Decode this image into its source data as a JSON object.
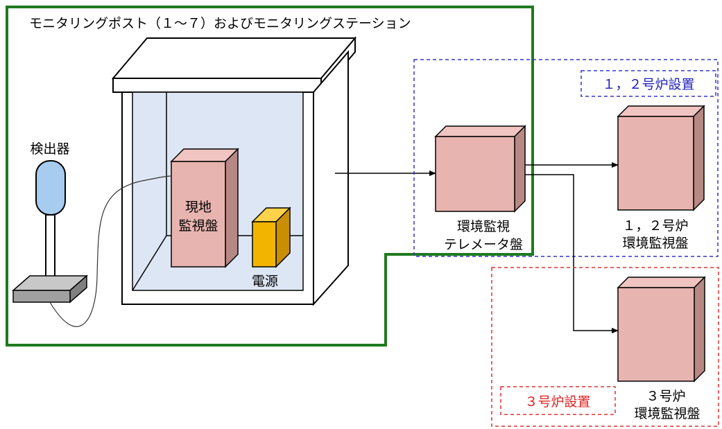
{
  "monitoring_post": {
    "title": "モニタリングポスト（１～７）およびモニタリングステーション"
  },
  "detector": {
    "label": "検出器"
  },
  "local_panel": {
    "line1": "現地",
    "line2": "監視盤"
  },
  "power_supply": {
    "label": "電源"
  },
  "telemeter_panel": {
    "line1": "環境監視",
    "line2": "テレメータ盤"
  },
  "units12": {
    "group_label": "１，２号炉設置",
    "panel_line1": "１，２号炉",
    "panel_line2": "環境監視盤"
  },
  "unit3": {
    "group_label": "３号炉設置",
    "panel_line1": "３号炉",
    "panel_line2": "環境監視盤"
  },
  "colors": {
    "post_border": "#1f7a1f",
    "units12_border": "#3333cc",
    "unit3_border": "#e03030",
    "panel_fill": "#e8b4b0",
    "power_fill": "#f2b400",
    "detector_fill": "#a8ccf0",
    "interior_fill": "#dde6f4"
  }
}
